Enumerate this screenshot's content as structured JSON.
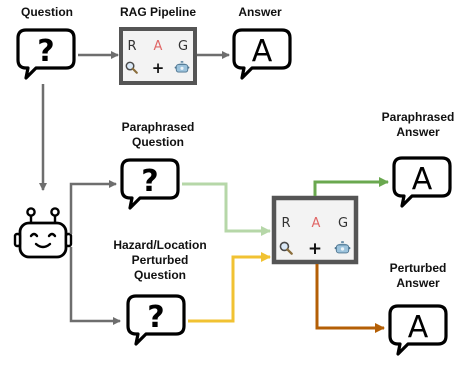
{
  "labels": {
    "question": "Question",
    "rag_pipeline": "RAG Pipeline",
    "answer": "Answer",
    "paraphrased_question_line1": "Paraphrased",
    "paraphrased_question_line2": "Question",
    "hazard_line1": "Hazard/Location",
    "hazard_line2": "Perturbed",
    "hazard_line3": "Question",
    "paraphrased_answer_line1": "Paraphrased",
    "paraphrased_answer_line2": "Answer",
    "perturbed_answer_line1": "Perturbed",
    "perturbed_answer_line2": "Answer"
  },
  "rag": {
    "r": "R",
    "a": "A",
    "g": "G",
    "plus": "+"
  },
  "bubbles": {
    "question_glyph": "?",
    "answer_glyph": "A"
  },
  "icons": {
    "bubble": "speech-bubble-icon",
    "robot": "robot-icon",
    "retriever": "magnifier-icon",
    "generator": "cooking-pot-icon"
  },
  "colors": {
    "gray_arrow": "#6e6e6e",
    "paraphrase_arrow": "#b6d7a8",
    "paraphrase_out_arrow": "#6aa84f",
    "perturbed_in_arrow": "#f1c232",
    "perturbed_out_arrow": "#b45f06",
    "rag_a": "#e06666",
    "rag_frame": "#555555",
    "rag_fill": "#f3f3f3"
  }
}
